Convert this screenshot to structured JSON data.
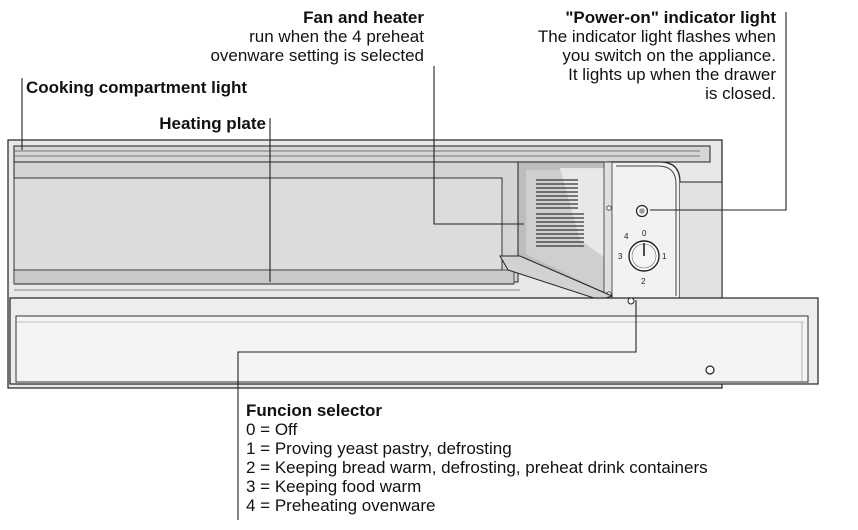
{
  "fan": {
    "title": "Fan and heater",
    "lines": [
      "run when the 4 preheat",
      "ovenware setting is selected"
    ]
  },
  "power": {
    "title": "\"Power-on\" indicator light",
    "lines": [
      "The indicator light flashes when",
      "you switch on the appliance.",
      "It lights up when the drawer",
      "is closed."
    ]
  },
  "light_label": "Cooking compartment light",
  "plate_label": "Heating plate",
  "selector": {
    "title": "Funcion selector",
    "items": [
      "0 = Off",
      "1 = Proving yeast pastry, defrosting",
      "2 = Keeping bread warm, defrosting, preheat drink containers",
      "3 = Keeping food warm",
      "4 = Preheating ovenware"
    ]
  },
  "dial_marks": [
    "0",
    "1",
    "2",
    "3",
    "4"
  ]
}
